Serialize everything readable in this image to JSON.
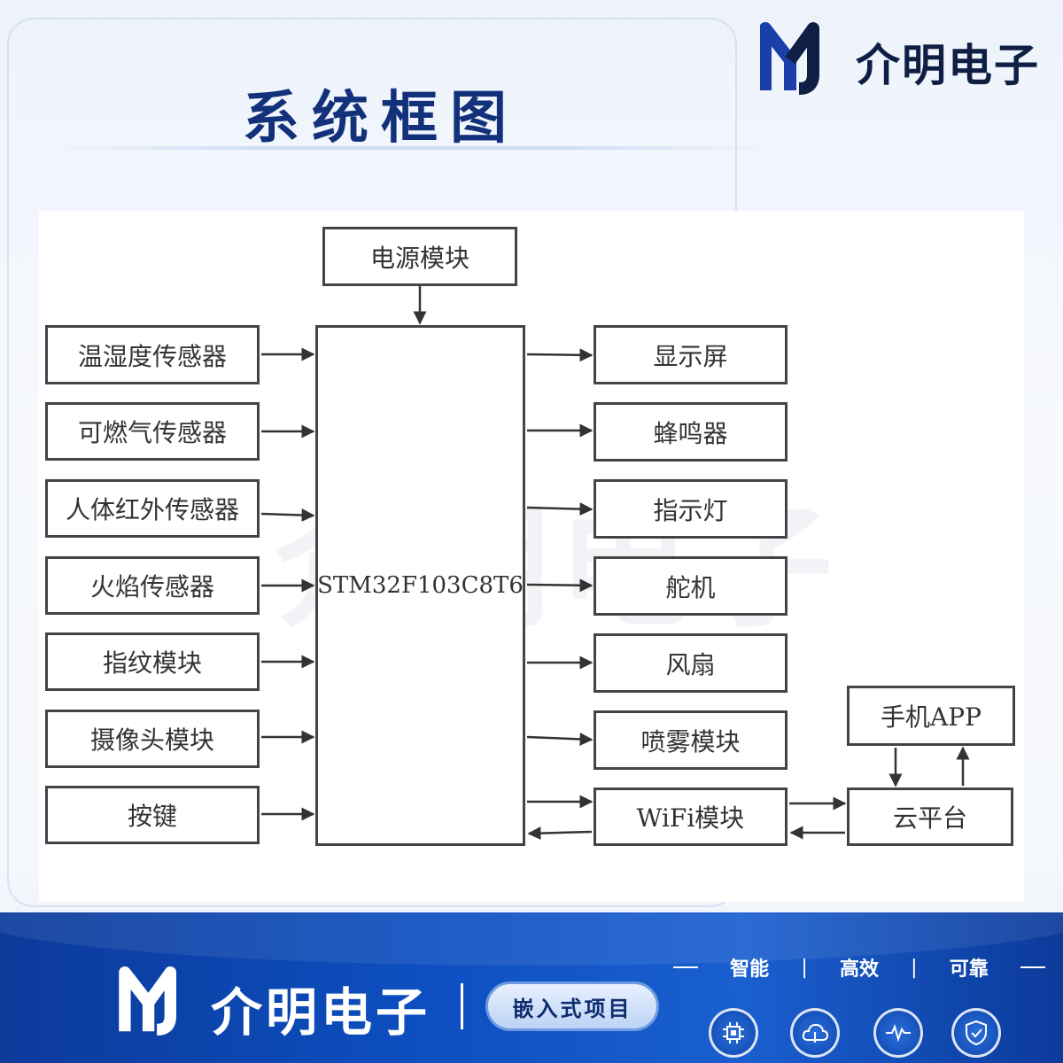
{
  "header": {
    "title": "系统框图",
    "brand": "介明电子"
  },
  "diagram": {
    "mcu": "STM32F103C8T6",
    "power": "电源模块",
    "inputs": [
      "温湿度传感器",
      "可燃气传感器",
      "人体红外传感器",
      "火焰传感器",
      "指纹模块",
      "摄像头模块",
      "按键"
    ],
    "outputs": [
      "显示屏",
      "蜂鸣器",
      "指示灯",
      "舵机",
      "风扇",
      "喷雾模块",
      "WiFi模块"
    ],
    "cloud": "云平台",
    "app": "手机APP"
  },
  "watermark": "介明电子",
  "footer": {
    "brand": "介明电子",
    "badge": "嵌入式项目",
    "taglines": [
      "智能",
      "高效",
      "可靠"
    ],
    "icons": [
      "chip-icon",
      "cloud-icon",
      "pulse-icon",
      "shield-check-icon"
    ]
  },
  "colors": {
    "title": "#12317a",
    "band": "#0d4fc0",
    "box_border": "#444444"
  }
}
